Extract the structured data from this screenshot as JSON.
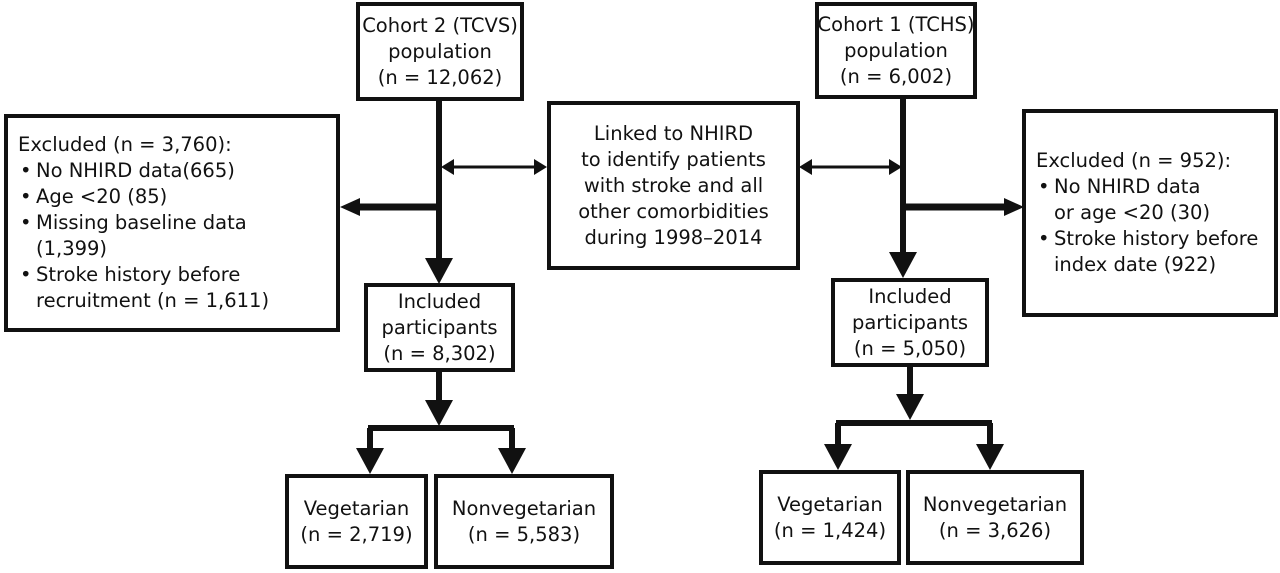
{
  "cohort2": {
    "population": {
      "lines": [
        "Cohort 2 (TCVS)",
        "population",
        "(n = 12,062)"
      ]
    },
    "excluded": {
      "title": "Excluded (n = 3,760):",
      "items": [
        {
          "lines": [
            "No NHIRD data(665)"
          ]
        },
        {
          "lines": [
            "Age <20 (85)"
          ]
        },
        {
          "lines": [
            "Missing baseline data",
            "(1,399)"
          ]
        },
        {
          "lines": [
            "Stroke history before",
            "recruitment (n = 1,611)"
          ]
        }
      ]
    },
    "included": {
      "lines": [
        "Included",
        "participants",
        "(n = 8,302)"
      ]
    },
    "vegetarian": {
      "lines": [
        "Vegetarian",
        "(n = 2,719)"
      ]
    },
    "nonvegetarian": {
      "lines": [
        "Nonvegetarian",
        "(n = 5,583)"
      ]
    }
  },
  "linked": {
    "lines": [
      "Linked to NHIRD",
      "to identify patients",
      "with stroke and all",
      "other comorbidities",
      "during 1998–2014"
    ]
  },
  "cohort1": {
    "population": {
      "lines": [
        "Cohort 1 (TCHS)",
        "population",
        "(n = 6,002)"
      ]
    },
    "excluded": {
      "title": "Excluded (n = 952):",
      "items": [
        {
          "lines": [
            "No NHIRD data",
            "or age <20 (30)"
          ]
        },
        {
          "lines": [
            "Stroke history before",
            "index date (922)"
          ]
        }
      ]
    },
    "included": {
      "lines": [
        "Included",
        "participants",
        "(n = 5,050)"
      ]
    },
    "vegetarian": {
      "lines": [
        "Vegetarian",
        "(n = 1,424)"
      ]
    },
    "nonvegetarian": {
      "lines": [
        "Nonvegetarian",
        "(n = 3,626)"
      ]
    }
  }
}
